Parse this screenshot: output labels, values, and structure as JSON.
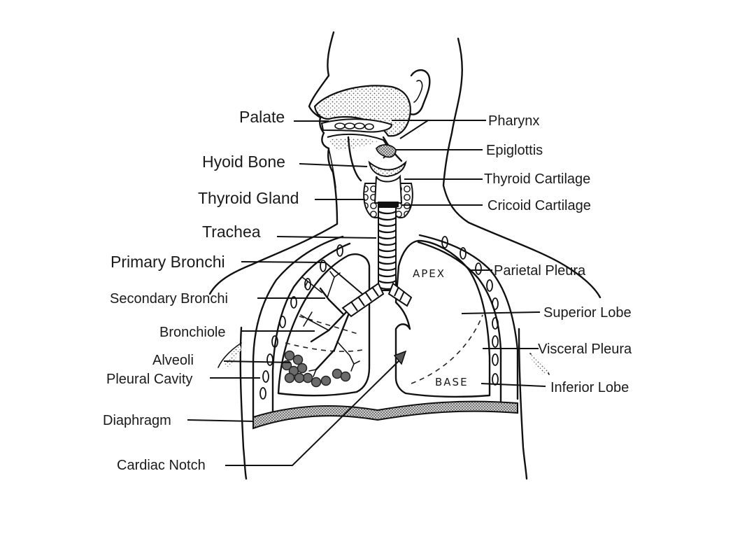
{
  "labels": {
    "palate": "Palate",
    "hyoid_bone": "Hyoid Bone",
    "thyroid_gland": "Thyroid Gland",
    "trachea": "Trachea",
    "primary_bronchi": "Primary Bronchi",
    "secondary_bronchi": "Secondary Bronchi",
    "bronchiole": "Bronchiole",
    "alveoli": "Alveoli",
    "pleural_cavity": "Pleural Cavity",
    "diaphragm": "Diaphragm",
    "cardiac_notch": "Cardiac Notch",
    "pharynx": "Pharynx",
    "epiglottis": "Epiglottis",
    "thyroid_cartilage": "Thyroid Cartilage",
    "cricoid_cartilage": "Cricoid Cartilage",
    "parietal_pleura": "Parietal Pleura",
    "superior_lobe": "Superior Lobe",
    "visceral_pleura": "Visceral Pleura",
    "inferior_lobe": "Inferior Lobe"
  },
  "inner_text": {
    "apex": "APEX",
    "base": "BASE"
  },
  "colors": {
    "ink": "#111111",
    "background": "#ffffff",
    "alveoli_fill": "#6b6b6b",
    "stipple": "#9a9a9a"
  }
}
